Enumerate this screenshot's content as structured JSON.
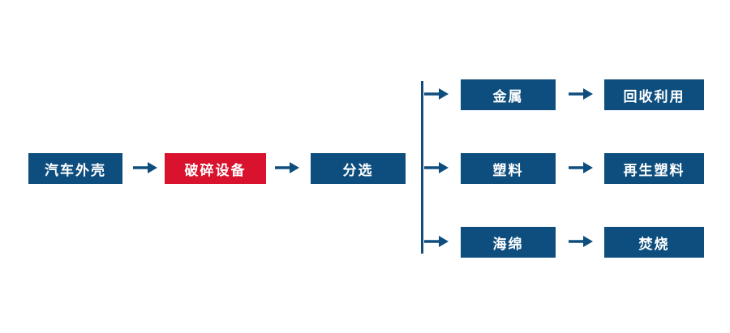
{
  "diagram": {
    "title_semantic": "car-shell-recycling-flow",
    "colors": {
      "node_navy": "#0e4e7e",
      "node_highlight_red": "#d9132e",
      "text": "#ffffff",
      "connector": "#0e4e7e",
      "background": "#ffffff"
    },
    "main_flow": [
      {
        "label": "汽车外壳",
        "style": "navy"
      },
      {
        "label": "破碎设备",
        "style": "red"
      },
      {
        "label": "分选",
        "style": "navy"
      }
    ],
    "branches": [
      {
        "item": "金属",
        "result": "回收利用"
      },
      {
        "item": "塑料",
        "result": "再生塑料"
      },
      {
        "item": "海绵",
        "result": "焚烧"
      }
    ],
    "icons": {
      "arrow": "right-arrow"
    }
  }
}
